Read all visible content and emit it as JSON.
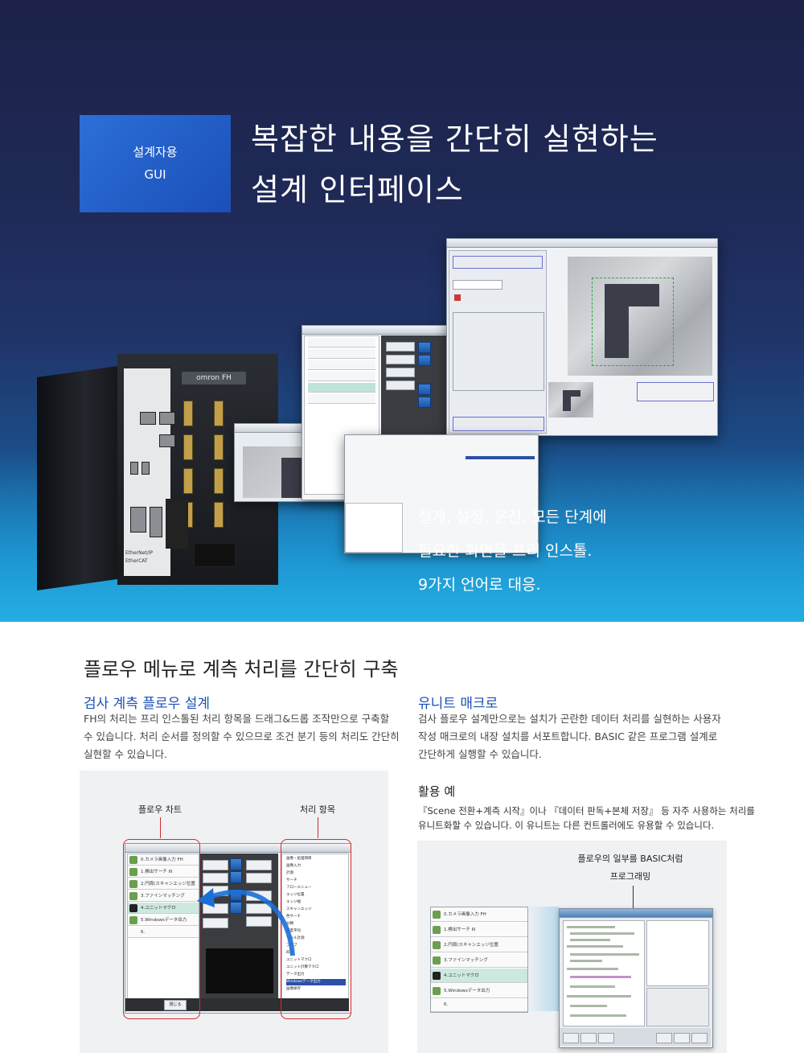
{
  "hero": {
    "tag_line1": "설계자용",
    "tag_line2": "GUI",
    "headline_line1": "복잡한 내용을 간단히 실현하는",
    "headline_line2": "설계 인터페이스",
    "body_line1": "설계, 설정, 운전. 모든 단계에",
    "body_line2": "필요한 화면을 프리 인스톨.",
    "body_line3": "9가지 언어로 대응.",
    "device_label": "omron FH",
    "device_footer": "EtherNet/IP",
    "device_footer2": "EtherCAT"
  },
  "main": {
    "section_title": "플로우 메뉴로 계측 처리를 간단히 구축",
    "left": {
      "subtitle": "검사 계측 플로우 설계",
      "para_line1": "FH의 처리는 프리 인스톨된 처리 항목을 드래그&드롭 조작만으로 구축할",
      "para_line2": "수 있습니다. 처리 순서를 정의할 수 있으므로 조건 분기 등의 처리도 간단히",
      "para_line3": "실현할 수 있습니다.",
      "label_flow_chart": "플로우 차트",
      "label_process_items": "처리 항목",
      "close_button": "閉じる"
    },
    "right": {
      "subtitle": "유니트 매크로",
      "para_line1": "검사 플로우 설계만으로는 설치가 곤란한 데이터 처리를 실현하는 사용자",
      "para_line2": "작성 매크로의 내장 설치를 서포트합니다. BASIC 같은 프로그램 설계로",
      "para_line3": "간단하게 실행할 수 있습니다.",
      "example_title": "활용 예",
      "example_line1": "『Scene 전환+계측 시작』이나 『데이터 판독+본체 저장』 등 자주 사용하는 처리를",
      "example_line2": "유니트화할 수 있습니다. 이 유니트는 다른 컨트롤러에도 유용할 수 있습니다.",
      "caption_line1": "플로우의 일부를 BASIC처럼",
      "caption_line2": "프로그래밍"
    }
  },
  "flow_items": [
    "0.カメラ画像入力 FH",
    "1.検出サーチ III",
    "2.円周(スキャンエッジ位置",
    "3.ファインマッチング",
    "4.ユニットマクロ",
    "5.Windowsデータ出力",
    "6."
  ],
  "tree_items": [
    "画像・処理項目",
    "画像入力",
    "計測",
    "サーチ",
    "フローメニュー",
    "エッジ位置",
    "エッジ幅",
    "スキャンエッジ",
    "色サーチ",
    "分類",
    "濃度平均",
    "ラベル計測",
    "ブロブ",
    "形状",
    "ユニットマクロ",
    "ユニット計算マクロ",
    "データ出力",
    "Windowsデータ出力",
    "画像保存"
  ],
  "colors": {
    "accent_blue": "#1b4fb3",
    "annotation_red": "#d62a2a",
    "hero_top": "#1c2249",
    "hero_bottom": "#18a0d8"
  }
}
